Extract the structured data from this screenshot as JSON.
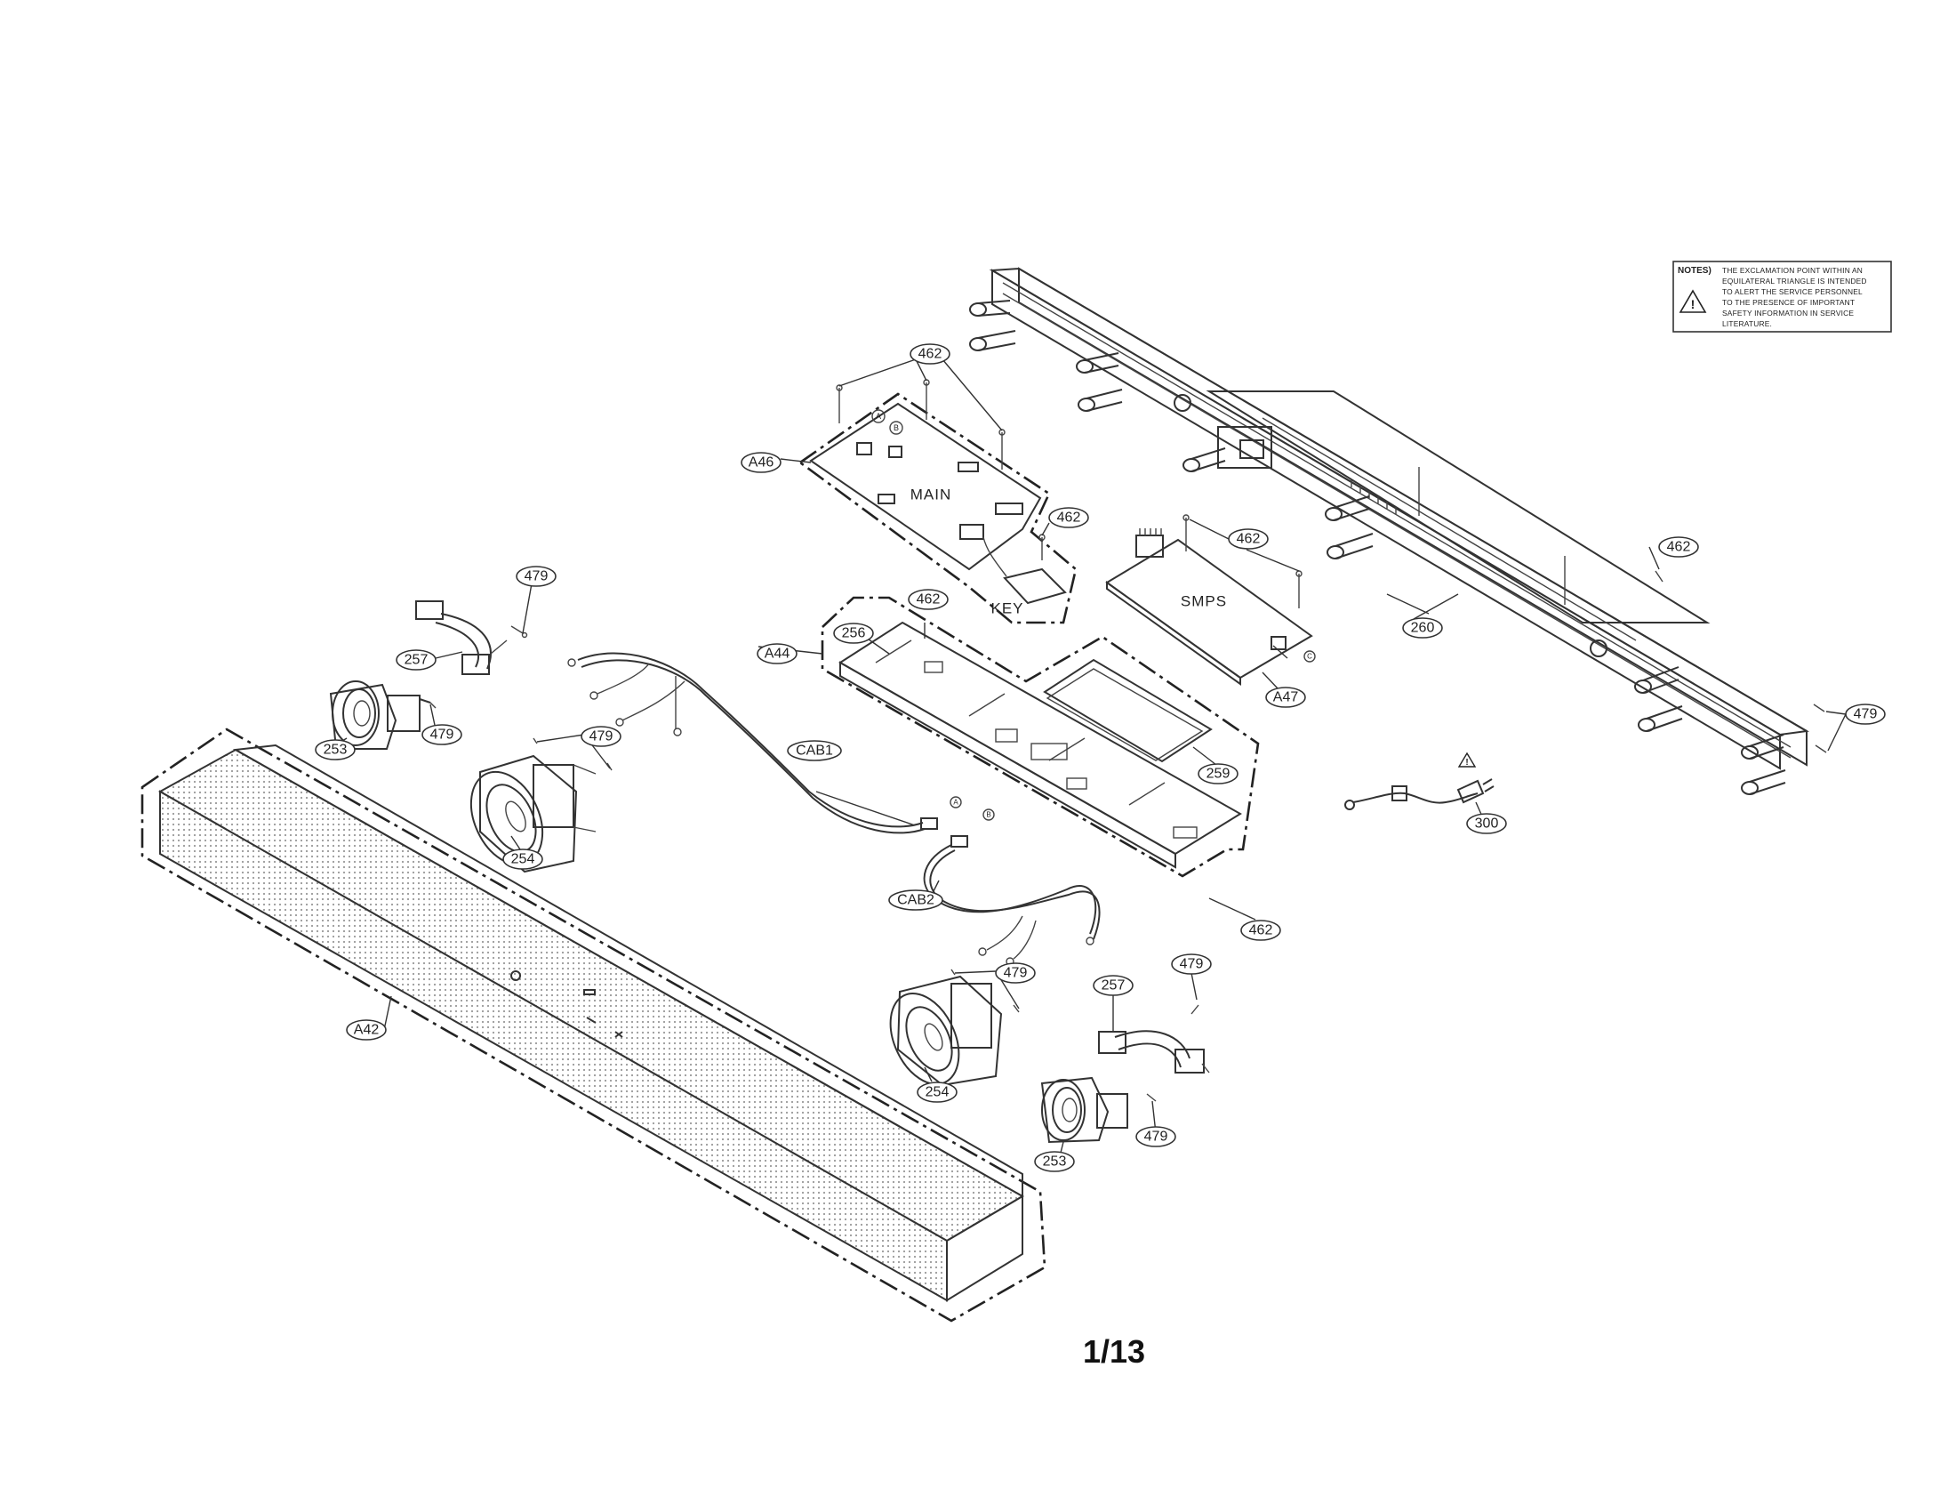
{
  "page_number": "1/13",
  "notes": {
    "heading": "NOTES)",
    "lines": [
      "THE EXCLAMATION POINT WITHIN AN",
      "EQUILATERAL TRIANGLE IS INTENDED",
      "TO ALERT THE SERVICE PERSONNEL",
      "TO THE PRESENCE OF IMPORTANT",
      "SAFETY INFORMATION IN SERVICE",
      "LITERATURE."
    ]
  },
  "boards": {
    "main": "MAIN",
    "key": "KEY",
    "smps": "SMPS"
  },
  "connectors": {
    "a": "A",
    "b": "B",
    "c": "C"
  },
  "callouts": {
    "c462_top": "462",
    "c462_key": "462",
    "c462_smps": "462",
    "c462_frame": "462",
    "c462_chassis": "462",
    "c462_bottom": "462",
    "a46": "A46",
    "a47": "A47",
    "a44": "A44",
    "a42": "A42",
    "c260": "260",
    "c256": "256",
    "c259": "259",
    "c300": "300",
    "cab1": "CAB1",
    "cab2": "CAB2",
    "c479_ul": "479",
    "c479_l2": "479",
    "c479_l3": "479",
    "c479_r1": "479",
    "c479_r2": "479",
    "c479_r3": "479",
    "c479_frame": "479",
    "c257_l": "257",
    "c257_r": "257",
    "c253_l": "253",
    "c253_r": "253",
    "c254_l": "254",
    "c254_r": "254"
  }
}
